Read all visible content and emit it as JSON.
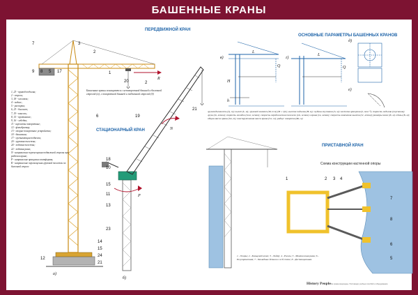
{
  "title": "БАШЕННЫЕ КРАНЫ",
  "sections": {
    "mobile": "ПЕРЕДВИЖНОЙ КРАН",
    "stationary": "СТАЦИОНАРНЫЙ КРАН",
    "params": "ОСНОВНЫЕ ПАРАМЕТРЫ БАШЕННЫХ КРАНОВ",
    "wall": "ПРИСТАВНОЙ КРАН"
  },
  "legend": [
    "1, 23 - привод подъема;",
    "2 - стрела;",
    "3, 18 - оголовок;",
    "4 - подвес;",
    "5 - распорка;",
    "6, 23 - балласт;",
    "7, 19 - консоль;",
    "8, 15 - противовес;",
    "9, 16 - лебедка;",
    "11 - агрегаты поворотные;",
    "12 - флюгбратор;",
    "13 - опорно-поворотное устройство;",
    "14 - башенная;",
    "17 - срезывающая подвеска;",
    "20 - грузовая тележка;",
    "24 - ходовая тележка;",
    "22 - ходовая рама;",
    "N - направление перемещения подвижной стрелы при рабочем кране;",
    "P - направление вращения платформы;",
    "R - направление перемещения грузовой тележки по балочной стреле"
  ],
  "desc": "Башенные краны оснащаются с неповоротной башней и балочной стрелой (а), с поворотной башней и подъемной стрелой (б)",
  "params": "грузоподъемность (Q, т); вылет (L, м); грузовой момент (M, т·м) (M = QL); высота подъема (H, м); глубина опускания (h, м); частота вращения (n, мин⁻¹); скорость подъема (опускания) груза (vп, м/мин); скорость посадки (vпос, м/мин); скорость передвижения тележки (vт, м/мин) и крана (vк, м/мин); скорость изменения вылета (vс, м/мин); размеры колеи (К, м) и базы (Б, м); общая масса крана (Gк, т); конструктивная масса крана (Gс, т); радиус поворота (Rп, м)",
  "wall_caption": "1 - Опоры; 2 - Кольцевой вешк; 3 - Лидер; 4 - Ригель; 5 - Монтажная рама; 6 - Регулировочная; 7 - Закладные детали в ж/б стене; 8 - Дистанционная.",
  "schema_title": "Схема конструкции настенной опоры",
  "figure_labels": [
    "а)",
    "б)",
    "в)",
    "г)",
    "д)",
    "е)"
  ],
  "axis_labels": {
    "Q": "Q",
    "L": "L",
    "H": "H",
    "h": "h",
    "P": "P",
    "N": "N",
    "R": "R"
  },
  "brand": "History People",
  "fine_print": "Все права защищены. Поставщик учебных пособий и оборудования.",
  "colors": {
    "frame": "#7d1332",
    "section": "#1d63a8",
    "tower": "#e0a020",
    "green": "#239b78",
    "wall": "#9ec2e2"
  }
}
